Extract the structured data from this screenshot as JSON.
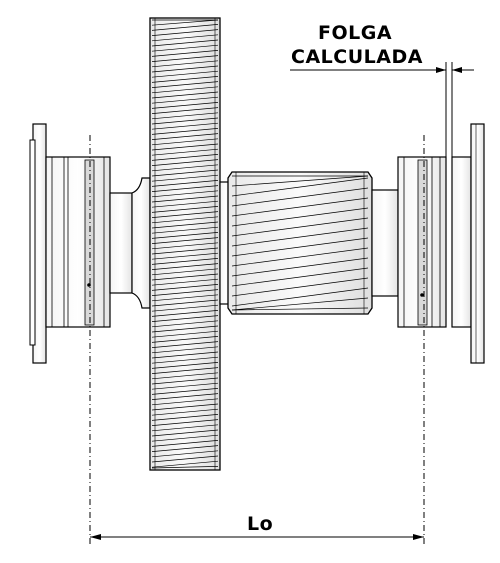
{
  "labels": {
    "clearance_line1": "FOLGA",
    "clearance_line2": "CALCULADA",
    "length": "Lo"
  },
  "components": [
    "left-end-flange",
    "left-bearing",
    "helical-gear",
    "shaft",
    "helical-pinion",
    "right-bearing",
    "right-end-flange",
    "clearance-dimension",
    "length-dimension"
  ],
  "colors": {
    "line": "#000000",
    "background": "#ffffff",
    "shade": "#d9d9d9"
  }
}
